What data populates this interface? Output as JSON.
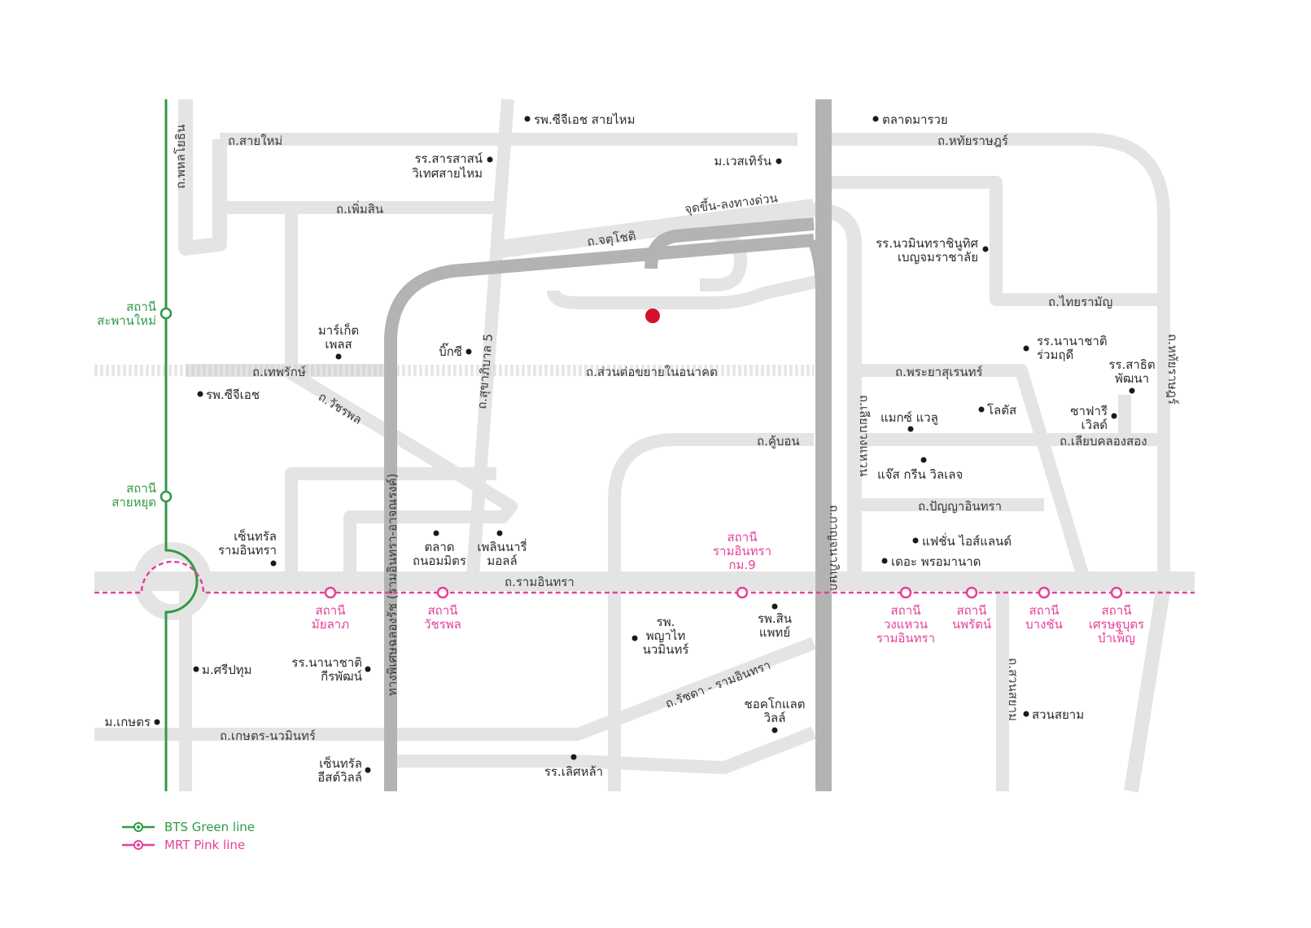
{
  "colors": {
    "road": "#e4e4e4",
    "highway": "#b3b3b3",
    "bts_green": "#2f9a47",
    "mrt_pink": "#e6419a",
    "target": "#d4102c"
  },
  "roads": {
    "saimai": "ถ.สายใหม่",
    "phahonyothin": "ถ.พหลโยธิน",
    "hathairat": "ถ.หทัยราษฎร์",
    "phermsin": "ถ.เพิ่มสิน",
    "chatuchot": "ถ.จตุโชติ",
    "expressway_ramp": "จุดขึ้น-ลงทางด่วน",
    "thairaman": "ถ.ไทยรามัญ",
    "thepharak": "ถ.เทพรักษ์",
    "future_extension": "ถ.ส่วนต่อขยายในอนาคต",
    "sukhaphiban5": "ถ.สุขาภิบาล 5",
    "watcharaphon": "ถ.วัชรพล",
    "expressway": "ทางพิเศษฉลองรัช (รามอินทรา-อาจณรงค์)",
    "kanchanaphisek": "ถ.กาญจนาภิเษก",
    "phrayasuren": "ถ.พระยาสุเรนทร์",
    "ring_road_east": "ถ.เลียบวงแหวน",
    "hathairat_right": "ถ.หทัยราษฎร์",
    "khubon": "ถ.คู้บอน",
    "liapkhlongsong": "ถ.เลียบคลองสอง",
    "panyaindra": "ถ.ปัญญาอินทรา",
    "ramindra": "ถ.รามอินทรา",
    "ratchada_ramindra": "ถ.รัชดา - รามอินทรา",
    "kaset_nawamin": "ถ.เกษตร-นวมินทร์",
    "suansiam": "ถ.สวนสยาม"
  },
  "places": {
    "cgh_saimai": "รพ.ซีจีเอช สายไหม",
    "talad_marouy": "ตลาดมารวย",
    "sarasas": [
      "รร.สารสาสน์",
      "วิเทศสายไหม"
    ],
    "western_uni": "ม.เวสเทิร์น",
    "nawamin_school": [
      "รร.นวมินทราชินูทิศ",
      "เบญจมราชาลัย"
    ],
    "market_place": [
      "มาร์เก็ต",
      "เพลส"
    ],
    "big_c": "บิ๊กซี",
    "cgh": "รพ.ซีจีเอช",
    "nanachati_ruamrudee": [
      "รร.นานาชาติ",
      "ร่วมฤดี"
    ],
    "sarit_phatthana": [
      "รร.สาธิต",
      "พัฒนา"
    ],
    "max_value": "แมกซ์ แวลู",
    "lotus": "โลตัส",
    "safari_world": [
      "ซาฟารี",
      "เวิลด์"
    ],
    "js_green": "แจ๊ส กรีน วิลเลจ",
    "fashion_island": "แฟชั่น ไอส์แลนด์",
    "the_promenade": "เดอะ พรอมานาด",
    "central_ramindra": [
      "เซ็นทรัล",
      "รามอินทรา"
    ],
    "talad_thanon": [
      "ตลาด",
      "ถนอมมิตร"
    ],
    "ploen_nari": [
      "เพลินนารี่",
      "มอลล์"
    ],
    "sripatum": "ม.ศรีปทุม",
    "nanachati_kiriphat": [
      "รร.นานาชาติ",
      "กีรพัฒน์"
    ],
    "kasetsart": "ม.เกษตร",
    "central_eastville": [
      "เซ็นทรัล",
      "อีสต์วิลล์"
    ],
    "phyathai_nawamin": [
      "รพ.",
      "พญาไท",
      "นวมินทร์"
    ],
    "sinphaet": [
      "รพ.สิน",
      "แพทย์"
    ],
    "chocolate_ville": [
      "ชอคโกแลต",
      "วิลล์"
    ],
    "loetla_school": "รร.เลิศหล้า",
    "suan_siam": "สวนสยาม"
  },
  "stations": {
    "bts": {
      "saphan_mai": [
        "สถานี",
        "สะพานใหม่"
      ],
      "sai_yud": [
        "สถานี",
        "สายหยุด"
      ]
    },
    "mrt": {
      "maiyalap": [
        "สถานี",
        "มัยลาภ"
      ],
      "watcharaphon": [
        "สถานี",
        "วัชรพล"
      ],
      "ramindra_km9": [
        "สถานี",
        "รามอินทรา",
        "กม.9"
      ],
      "wongwaen": [
        "สถานี",
        "วงแหวน",
        "รามอินทรา"
      ],
      "nopparat": [
        "สถานี",
        "นพรัตน์"
      ],
      "bang_chan": [
        "สถานี",
        "บางชัน"
      ],
      "setthabutbamphen": [
        "สถานี",
        "เศรษฐบุตร",
        "บำเพ็ญ"
      ]
    }
  },
  "legend": {
    "bts": "BTS Green line",
    "mrt": "MRT Pink line"
  }
}
